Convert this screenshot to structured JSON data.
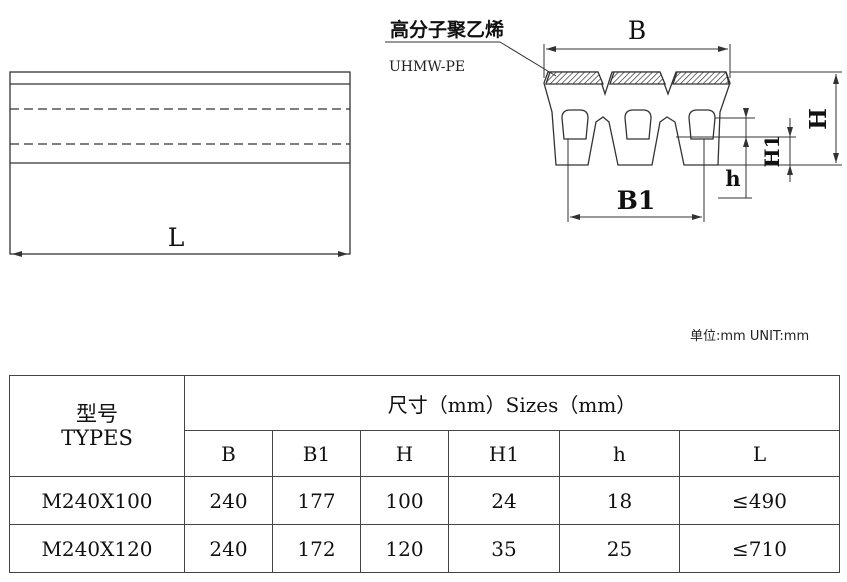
{
  "drawing": {
    "material_cn": "高分子聚乙烯",
    "material_en": "UHMW-PE",
    "dim_labels": {
      "B": "B",
      "B1": "B1",
      "H": "H",
      "H1": "H1",
      "h": "h",
      "L": "L"
    }
  },
  "unit_note": "单位:mm UNIT:mm",
  "table": {
    "types_cn": "型号",
    "types_en": "TYPES",
    "sizes_header": "尺寸（mm）Sizes（mm）",
    "columns": [
      "B",
      "B1",
      "H",
      "H1",
      "h",
      "L"
    ],
    "rows": [
      {
        "type": "M240X100",
        "values": [
          "240",
          "177",
          "100",
          "24",
          "18",
          "≤490"
        ]
      },
      {
        "type": "M240X120",
        "values": [
          "240",
          "172",
          "120",
          "35",
          "25",
          "≤710"
        ]
      }
    ]
  }
}
